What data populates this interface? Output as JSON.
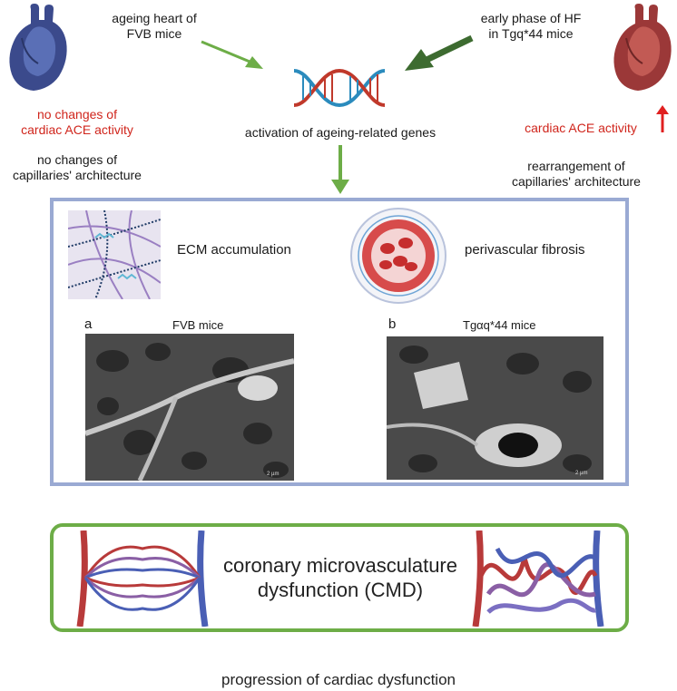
{
  "left": {
    "arrow_text_1": "ageing heart of",
    "arrow_text_2": "FVB mice",
    "ace_1": "no changes of",
    "ace_2": "cardiac ACE activity",
    "cap_1": "no changes of",
    "cap_2": "capillaries' architecture"
  },
  "right": {
    "arrow_text_1": "early phase of HF",
    "arrow_text_2": "in Tgq*44 mice",
    "ace": "cardiac ACE activity",
    "cap_1": "rearrangement of",
    "cap_2": "capillaries' architecture"
  },
  "center": {
    "genes": "activation of ageing-related genes"
  },
  "panel": {
    "ecm": "ECM accumulation",
    "fibrosis": "perivascular fibrosis",
    "label_a": "a",
    "title_a": "FVB mice",
    "label_b": "b",
    "title_b": "Tgαq*44 mice",
    "scale_a": "2 µm",
    "scale_b": "2 µm"
  },
  "cmd": {
    "line1": "coronary microvasculature",
    "line2": "dysfunction (CMD)"
  },
  "bottom": {
    "text": "progression of cardiac dysfunction"
  },
  "colors": {
    "green_arrow": "#6dad47",
    "dark_green_arrow": "#3d6b30",
    "blue_border": "#9aaad3",
    "red_text": "#d0251c"
  },
  "icons": [
    "heart-blue-icon",
    "heart-red-icon",
    "dna-icon",
    "up-arrow-icon",
    "ecm-icon",
    "vessel-icon",
    "capillary-normal-icon",
    "capillary-tangled-icon"
  ]
}
